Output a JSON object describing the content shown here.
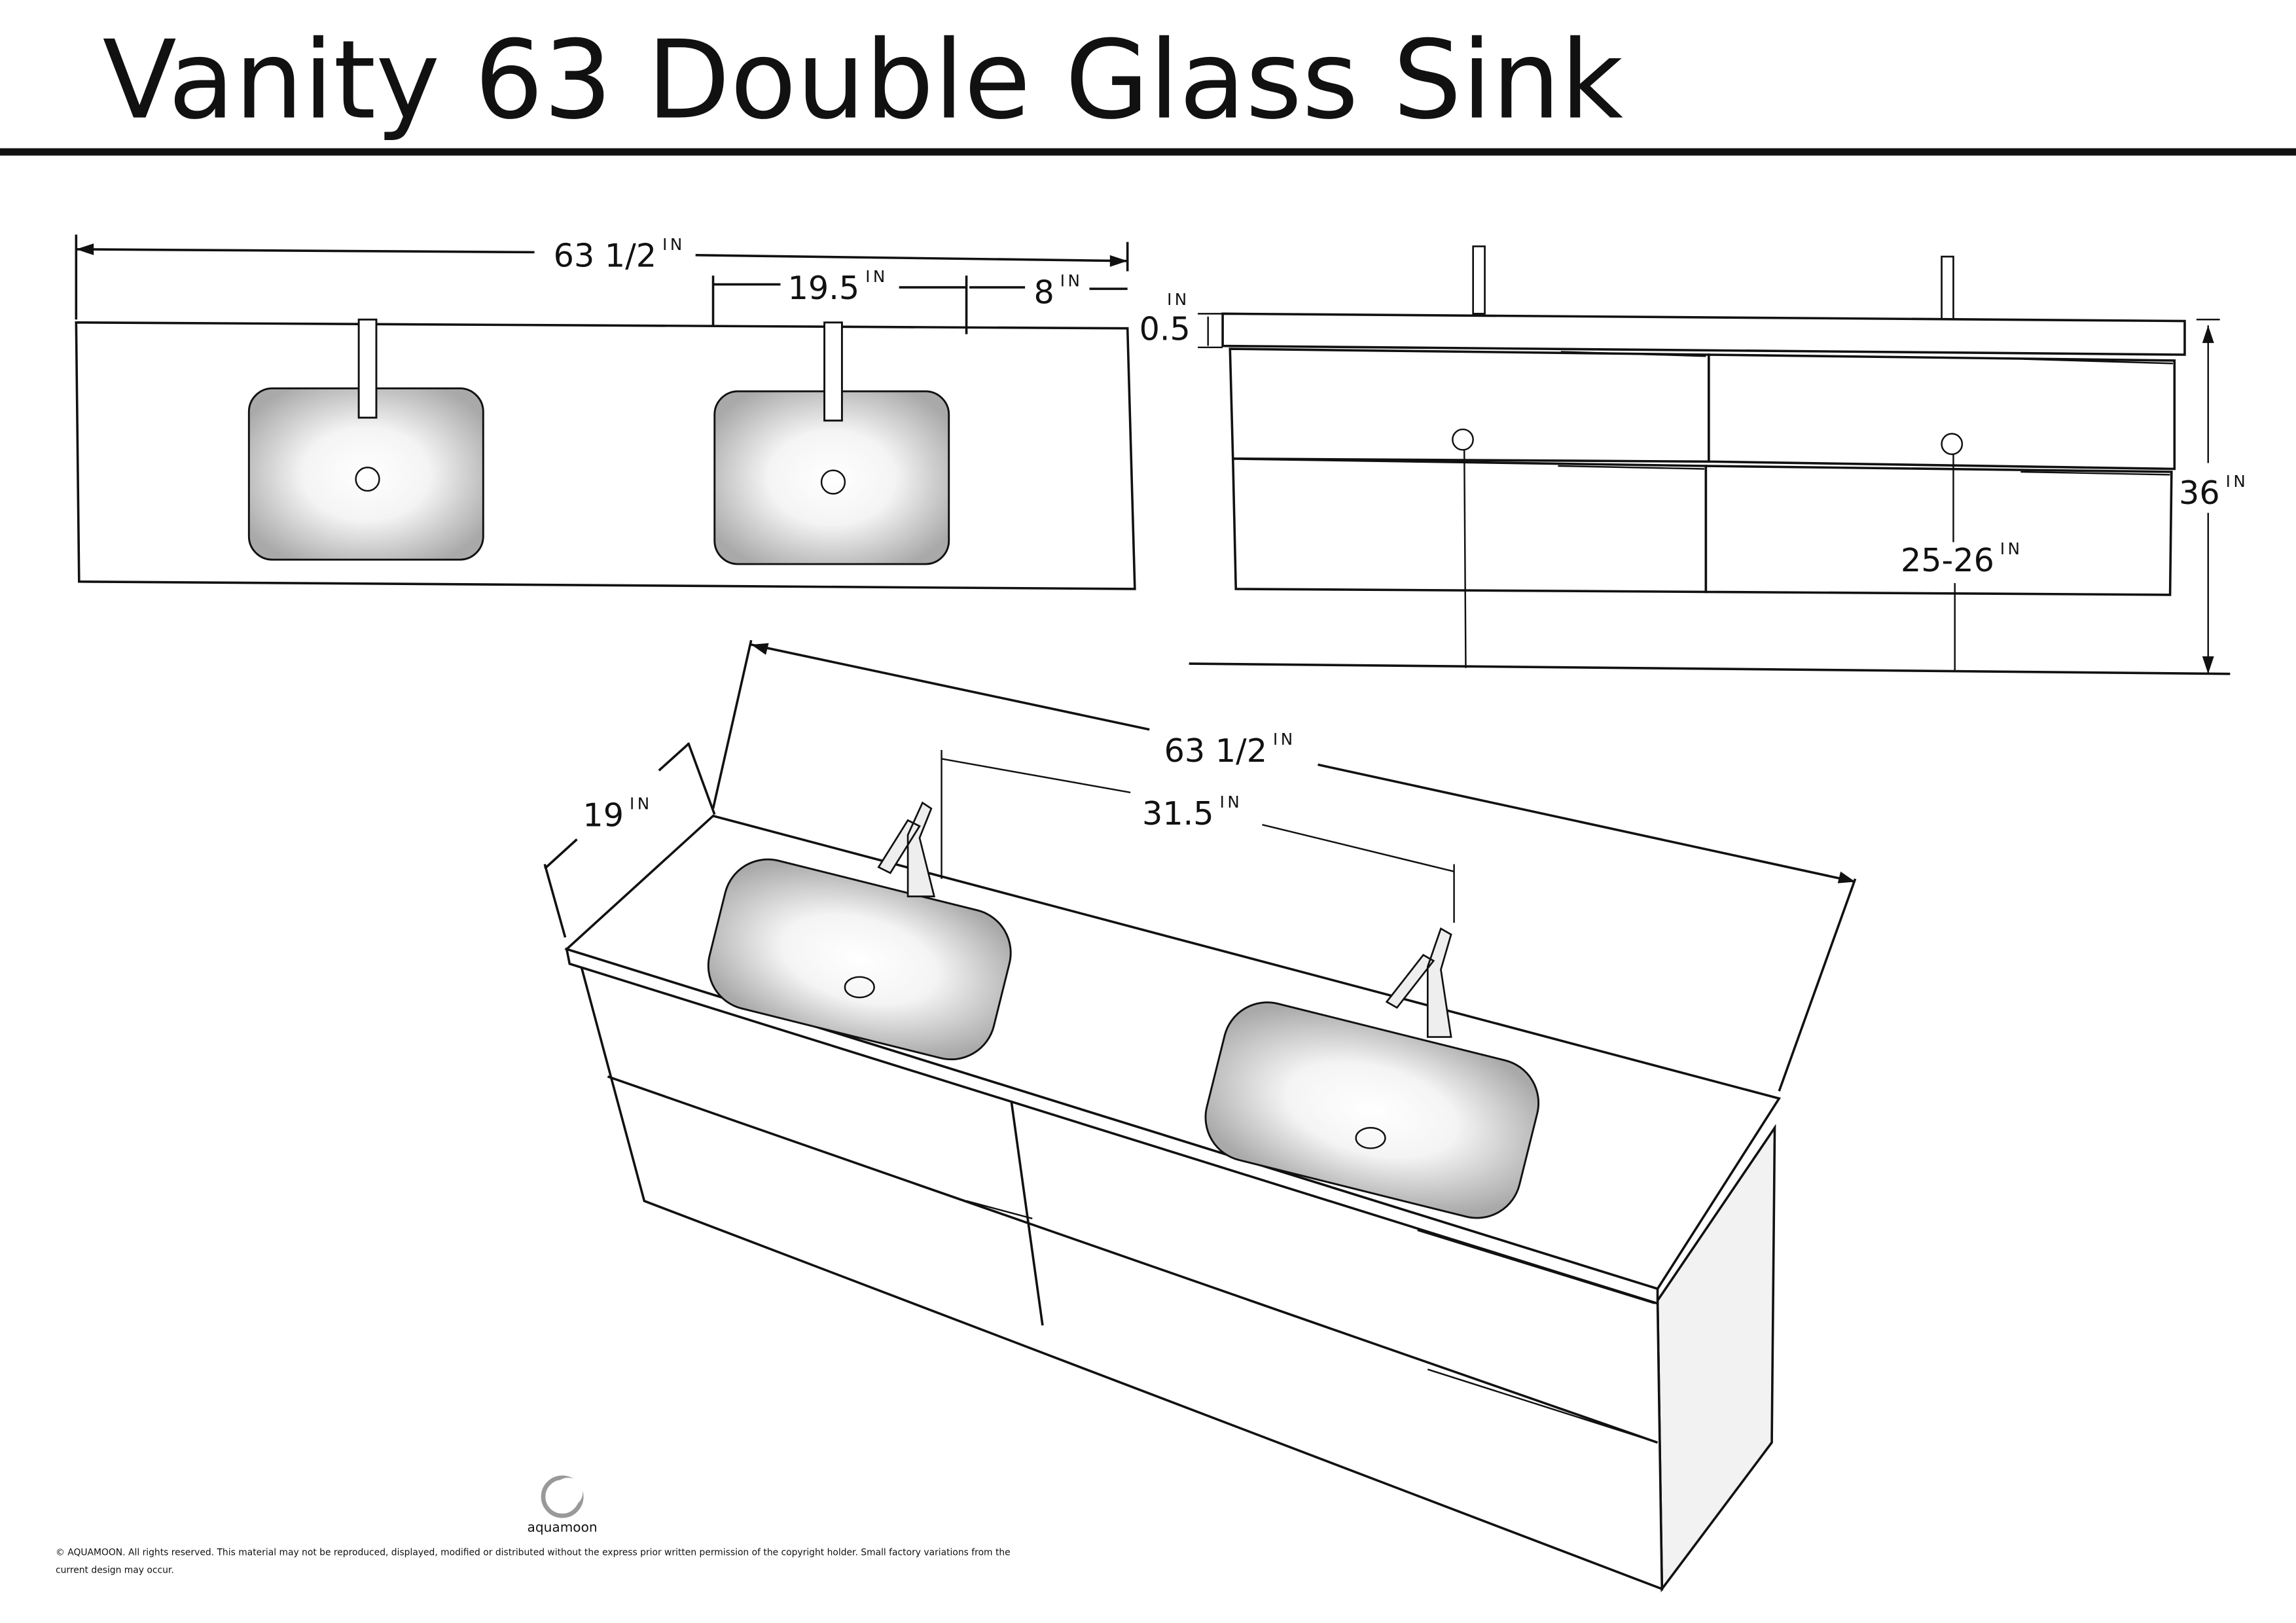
{
  "title": "Vanity 63 Double Glass Sink",
  "unit": "IN",
  "top_view": {
    "overall_width": "63 1/2",
    "sink_width": "19.5",
    "side_offset": "8"
  },
  "front_view": {
    "top_thickness": "0.5",
    "total_height": "36",
    "drain_height": "25-26"
  },
  "perspective_view": {
    "overall_width": "63 1/2",
    "faucet_spacing": "31.5",
    "depth": "19"
  },
  "footer": {
    "logo_text": "aquamoon",
    "copyright": "© AQUAMOON. All rights reserved. This material may not be reproduced, displayed, modified or distributed without the express prior written permission of the copyright holder. Small factory variations from the",
    "copyright_line2": "current design may occur."
  },
  "colors": {
    "line": "#111111",
    "sink_edge": "#b8b8b8",
    "side_face": "#f2f2f2"
  }
}
